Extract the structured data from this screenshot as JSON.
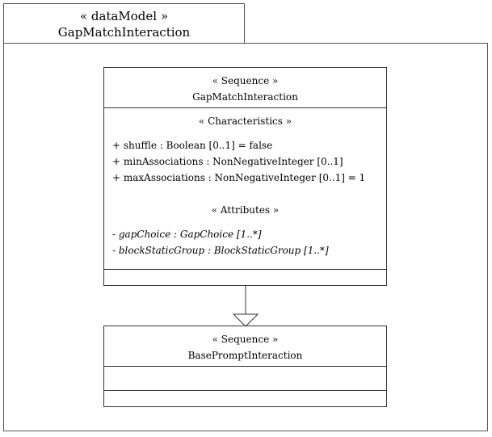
{
  "frame": {
    "stereotype": "« dataModel »",
    "name": "GapMatchInteraction"
  },
  "classes": {
    "gap_match": {
      "stereotype": "« Sequence »",
      "name": "GapMatchInteraction",
      "characteristics_header": "« Characteristics »",
      "characteristics": [
        "+ shuffle : Boolean [0..1] = false",
        "+ minAssociations : NonNegativeInteger [0..1]",
        "+ maxAssociations : NonNegativeInteger [0..1] = 1"
      ],
      "attributes_header": "« Attributes »",
      "attributes": [
        "- gapChoice : GapChoice [1..*]",
        "- blockStaticGroup : BlockStaticGroup [1..*]"
      ]
    },
    "base_prompt": {
      "stereotype": "« Sequence »",
      "name": "BasePromptInteraction"
    }
  },
  "relationship": {
    "type": "generalization",
    "from": "GapMatchInteraction",
    "to": "BasePromptInteraction"
  }
}
